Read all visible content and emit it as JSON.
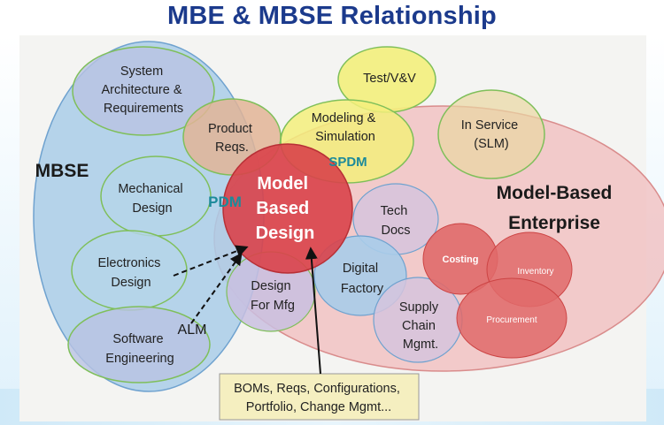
{
  "title": "MBE & MBSE Relationship",
  "regions": {
    "mbse": "MBSE",
    "mbe_line1": "Model-Based",
    "mbe_line2": "Enterprise"
  },
  "nodes": {
    "system_arch": [
      "System",
      "Architecture &",
      "Requirements"
    ],
    "product_reqs": [
      "Product",
      "Reqs."
    ],
    "test_vv": [
      "Test/V&V"
    ],
    "modeling_sim": [
      "Modeling &",
      "Simulation"
    ],
    "in_service": [
      "In Service",
      "(SLM)"
    ],
    "mechanical": [
      "Mechanical",
      "Design"
    ],
    "model_based_design": [
      "Model",
      "Based",
      "Design"
    ],
    "tech_docs": [
      "Tech",
      "Docs"
    ],
    "electronics": [
      "Electronics",
      "Design"
    ],
    "design_mfg": [
      "Design",
      "For Mfg"
    ],
    "digital_factory": [
      "Digital",
      "Factory"
    ],
    "costing": [
      "Costing"
    ],
    "inventory": [
      "Inventory"
    ],
    "procurement": [
      "Procurement"
    ],
    "supply_chain": [
      "Supply",
      "Chain",
      "Mgmt."
    ],
    "software": [
      "Software",
      "Engineering"
    ]
  },
  "tags": {
    "pdm": "PDM",
    "spdm": "SPDM",
    "alm": "ALM"
  },
  "callout": [
    "BOMs, Reqs, Configurations,",
    "Portfolio, Change Mgmt..."
  ],
  "colors": {
    "title": "#1b3a8c",
    "mbse_fill": "#a9cce9",
    "mbe_fill": "#f2bcbc",
    "yellow": "#f3ef7c",
    "green_outline": "#7fbf5a",
    "red": "#e06a6a",
    "teal_text": "#1c8a9a",
    "callout_fill": "#f5efc0"
  }
}
